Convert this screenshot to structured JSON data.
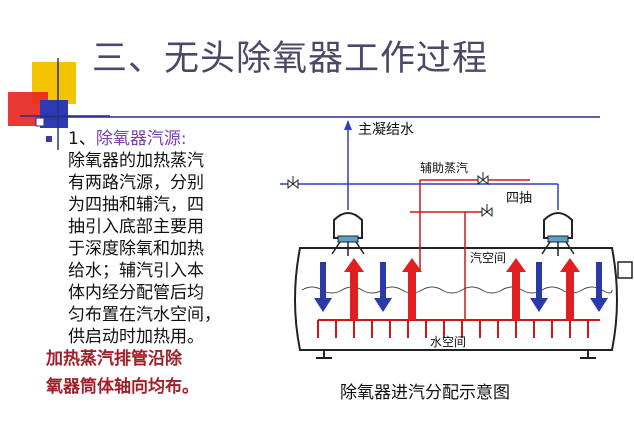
{
  "slide": {
    "title": "三、无头除氧器工作过程"
  },
  "text": {
    "number": "1、",
    "heading": "除氧器汽源:",
    "lines": [
      "除氧器的加热蒸汽",
      "有两路汽源，分别",
      "为四抽和辅汽，四",
      "抽引入底部主要用",
      "于深度除氧和加热",
      "给水；辅汽引入本",
      "体内经分配管后均",
      "匀布置在汽水空间，",
      "供启动时加热用。"
    ],
    "emphasis_lines": [
      "加热蒸汽排管沿除",
      "氧器筒体轴向均布。"
    ]
  },
  "diagram": {
    "labels": {
      "main_condensate": "主凝结水",
      "aux_steam": "辅助蒸汽",
      "fourth_extraction": "四抽",
      "steam_space": "汽空间",
      "water_space": "水空间"
    },
    "caption": "除氧器进汽分配示意图",
    "colors": {
      "steam_arrow": "#e02020",
      "water_arrow": "#2a3aa8",
      "pipe_red": "#d01818",
      "pipe_blue": "#3040c0",
      "vessel": "#222222"
    }
  },
  "deco": {
    "colors": {
      "yellow": "#f5c400",
      "red": "#e8241e",
      "blue": "#2c3cb0",
      "navy": "#2a2f8a"
    }
  }
}
